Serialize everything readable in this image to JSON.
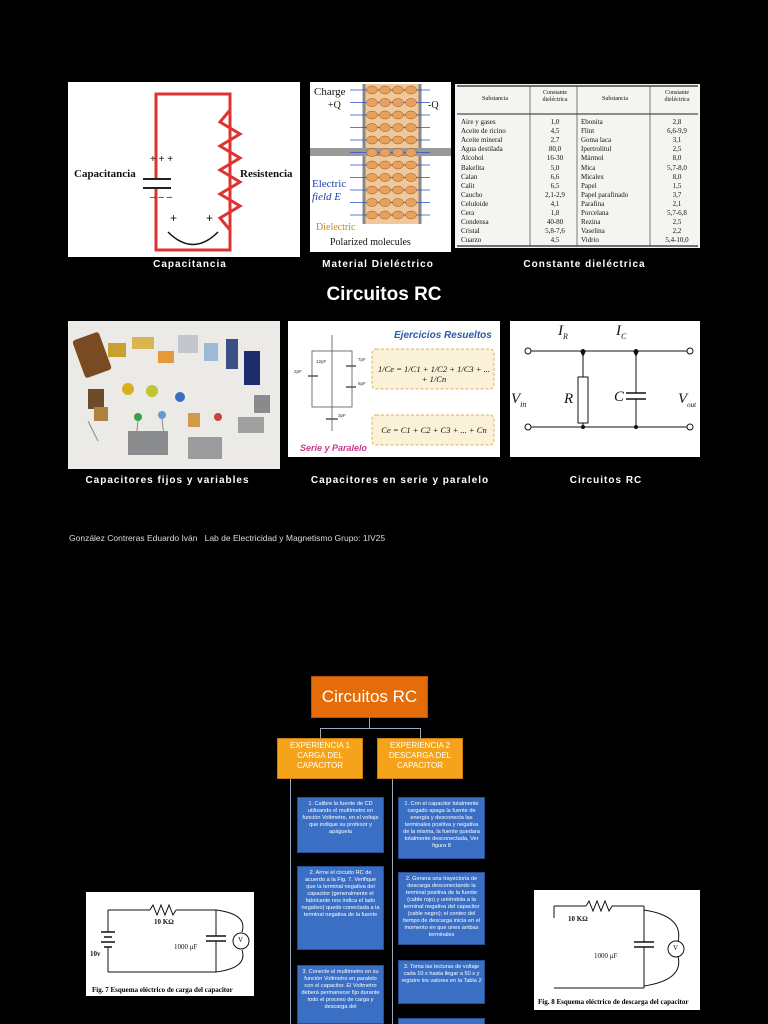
{
  "top_row": {
    "captions": [
      "Capacitancia",
      "Material Dieléctrico",
      "Constante dieléctrica"
    ],
    "capacitance_diagram": {
      "left_label": "Capacitancia",
      "right_label": "Resistencia"
    },
    "dielectric_diagram": {
      "charge_label": "Charge",
      "plus_q": "+Q",
      "minus_q": "-Q",
      "field_label_1": "Electric",
      "field_label_2": "field E",
      "dielectric_label": "Dielectric",
      "polarized_label": "Polarized molecules"
    },
    "dielectric_table": {
      "headers": [
        "Substancia",
        "Constante dieléctrica",
        "Substancia",
        "Constante dieléctrica"
      ],
      "rows": [
        [
          "Aire y gases",
          "1,0",
          "Ebonita",
          "2,8"
        ],
        [
          "Aceite de ricino",
          "4,5",
          "Flint",
          "6,6-9,9"
        ],
        [
          "Aceite mineral",
          "2,7",
          "Goma laca",
          "3,1"
        ],
        [
          "Agua destilada",
          "80,0",
          "Ipertrolitul",
          "2,5"
        ],
        [
          "Alcohol",
          "16-30",
          "Mármol",
          "8,0"
        ],
        [
          "Bakelita",
          "5,0",
          "Mica",
          "5,7-8,0"
        ],
        [
          "Calan",
          "6,6",
          "Micalex",
          "8,0"
        ],
        [
          "Calit",
          "6,5",
          "Papel",
          "1,5"
        ],
        [
          "Caucho",
          "2,1-2,9",
          "Papel parafinado",
          "3,7"
        ],
        [
          "Celuloide",
          "4,1",
          "Parafina",
          "2,1"
        ],
        [
          "Cera",
          "1,8",
          "Porcelana",
          "5,7-6,8"
        ],
        [
          "Condensa",
          "40-80",
          "Rezina",
          "2,5"
        ],
        [
          "Cristal",
          "5,8-7,6",
          "Vaselina",
          "2,2"
        ],
        [
          "Cuarzo",
          "4,5",
          "Vidrio",
          "5,4-10,0"
        ]
      ]
    }
  },
  "section_title": "Circuitos RC",
  "middle_row": {
    "captions": [
      "Capacitores fijos y variables",
      "Capacitores en serie y paralelo",
      "Circuitos RC"
    ],
    "exercises": {
      "title": "Ejercicios Resueltos",
      "series_formula": "1/Ce = 1/C1 + 1/C2 + 1/C3 + ... + 1/Cn",
      "parallel_formula": "Ce = C1 + C2 + C3 + ... + Cn",
      "footer": "Serie y Paralelo",
      "cap_labels": [
        "12pF",
        "2pF",
        "7pF",
        "6pF",
        "3pF"
      ]
    },
    "rc_circuit": {
      "ir": "I",
      "ir_sub": "R",
      "ic": "I",
      "ic_sub": "C",
      "vin": "V",
      "vin_sub": "in",
      "r": "R",
      "c": "C",
      "vout": "V",
      "vout_sub": "out"
    }
  },
  "author_line": "González Contreras Eduardo Iván   Lab de Electricidad y Magnetismo Grupo: 1IV25",
  "mindmap": {
    "root": "Circuitos RC",
    "branches": [
      "EXPERIENCIA 1 CARGA DEL CAPACITOR",
      "EXPERIENCIA 2 DESCARGA DEL CAPACITOR"
    ],
    "left_steps": [
      "1. Calibre la fuente de CD utilizando el multímetro en función Voltmetro, en el voltaje que indique su profesor y apáguela",
      "2. Arme el circuito RC de acuerdo a la Fig. 7. Verifique que la terminal negativa del capacitor (generalmente el fabricante nos indica el lado negativo) quede conectada a la terminal negativa de la fuente",
      "3. Conecte el multímetro en su función Voltmetro en paralelo con el capacitor. El Voltmetro deberá permanecer fijo durante todo el proceso de carga y descarga del"
    ],
    "right_steps": [
      "1. Con el capacitor totalmente cargado apaga la fuente de energía y desconecta las terminales positiva y negativa de la misma, la fuente quedara totalmente desconectada, Ver figura 8",
      "2. Genera una trayectoria de descarga desconectando la terminal positiva de la fuente (cable rojo) y uniéndola a la terminal negativa del capacitor (cable negro); el conteo del tiempo de descarga inicia en el momento en que unes ambas terminales",
      "3. Toma las lecturas de voltaje cada 10 s hasta llegar a 50 s y registre los valores en la Tabla 2",
      ""
    ]
  },
  "figures": {
    "fig7": {
      "resistor": "10  KΩ",
      "capacitor": "1000 μF",
      "source": "10v",
      "meter": "V",
      "caption": "Fig. 7 Esquema eléctrico de carga del capacitor"
    },
    "fig8": {
      "resistor": "10  KΩ",
      "capacitor": "1000 μF",
      "meter": "V",
      "caption": "Fig. 8 Esquema eléctrico de descarga del capacitor"
    }
  }
}
